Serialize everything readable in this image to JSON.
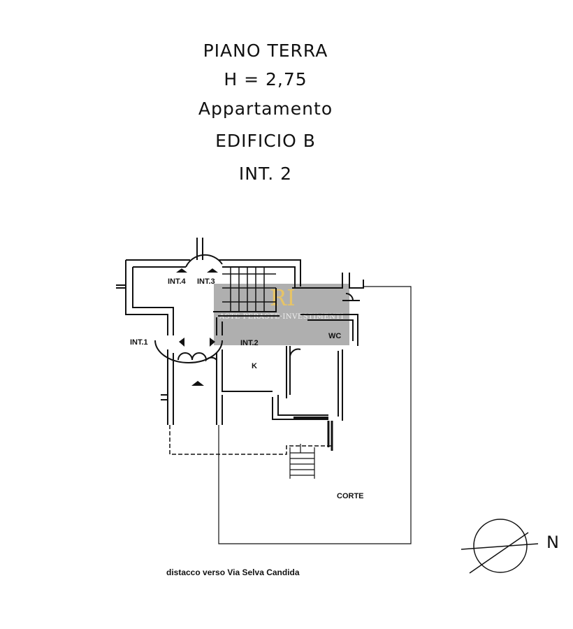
{
  "header": {
    "floor": "PIANO TERRA",
    "height": "H = 2,75",
    "type": "Appartamento",
    "building": "EDIFICIO B",
    "unit": "INT. 2"
  },
  "plan": {
    "labels": {
      "int4": "INT.4",
      "int3": "INT.3",
      "int1": "INT.1",
      "int2": "INT.2",
      "kitchen": "K",
      "wc": "WC",
      "courtyard": "CORTE"
    },
    "footnote": "distacco verso Via Selva Candida",
    "north": "N"
  },
  "watermark": {
    "logo": "RI",
    "text": "ASTE·PERASTE·INVESTIMENTI"
  }
}
